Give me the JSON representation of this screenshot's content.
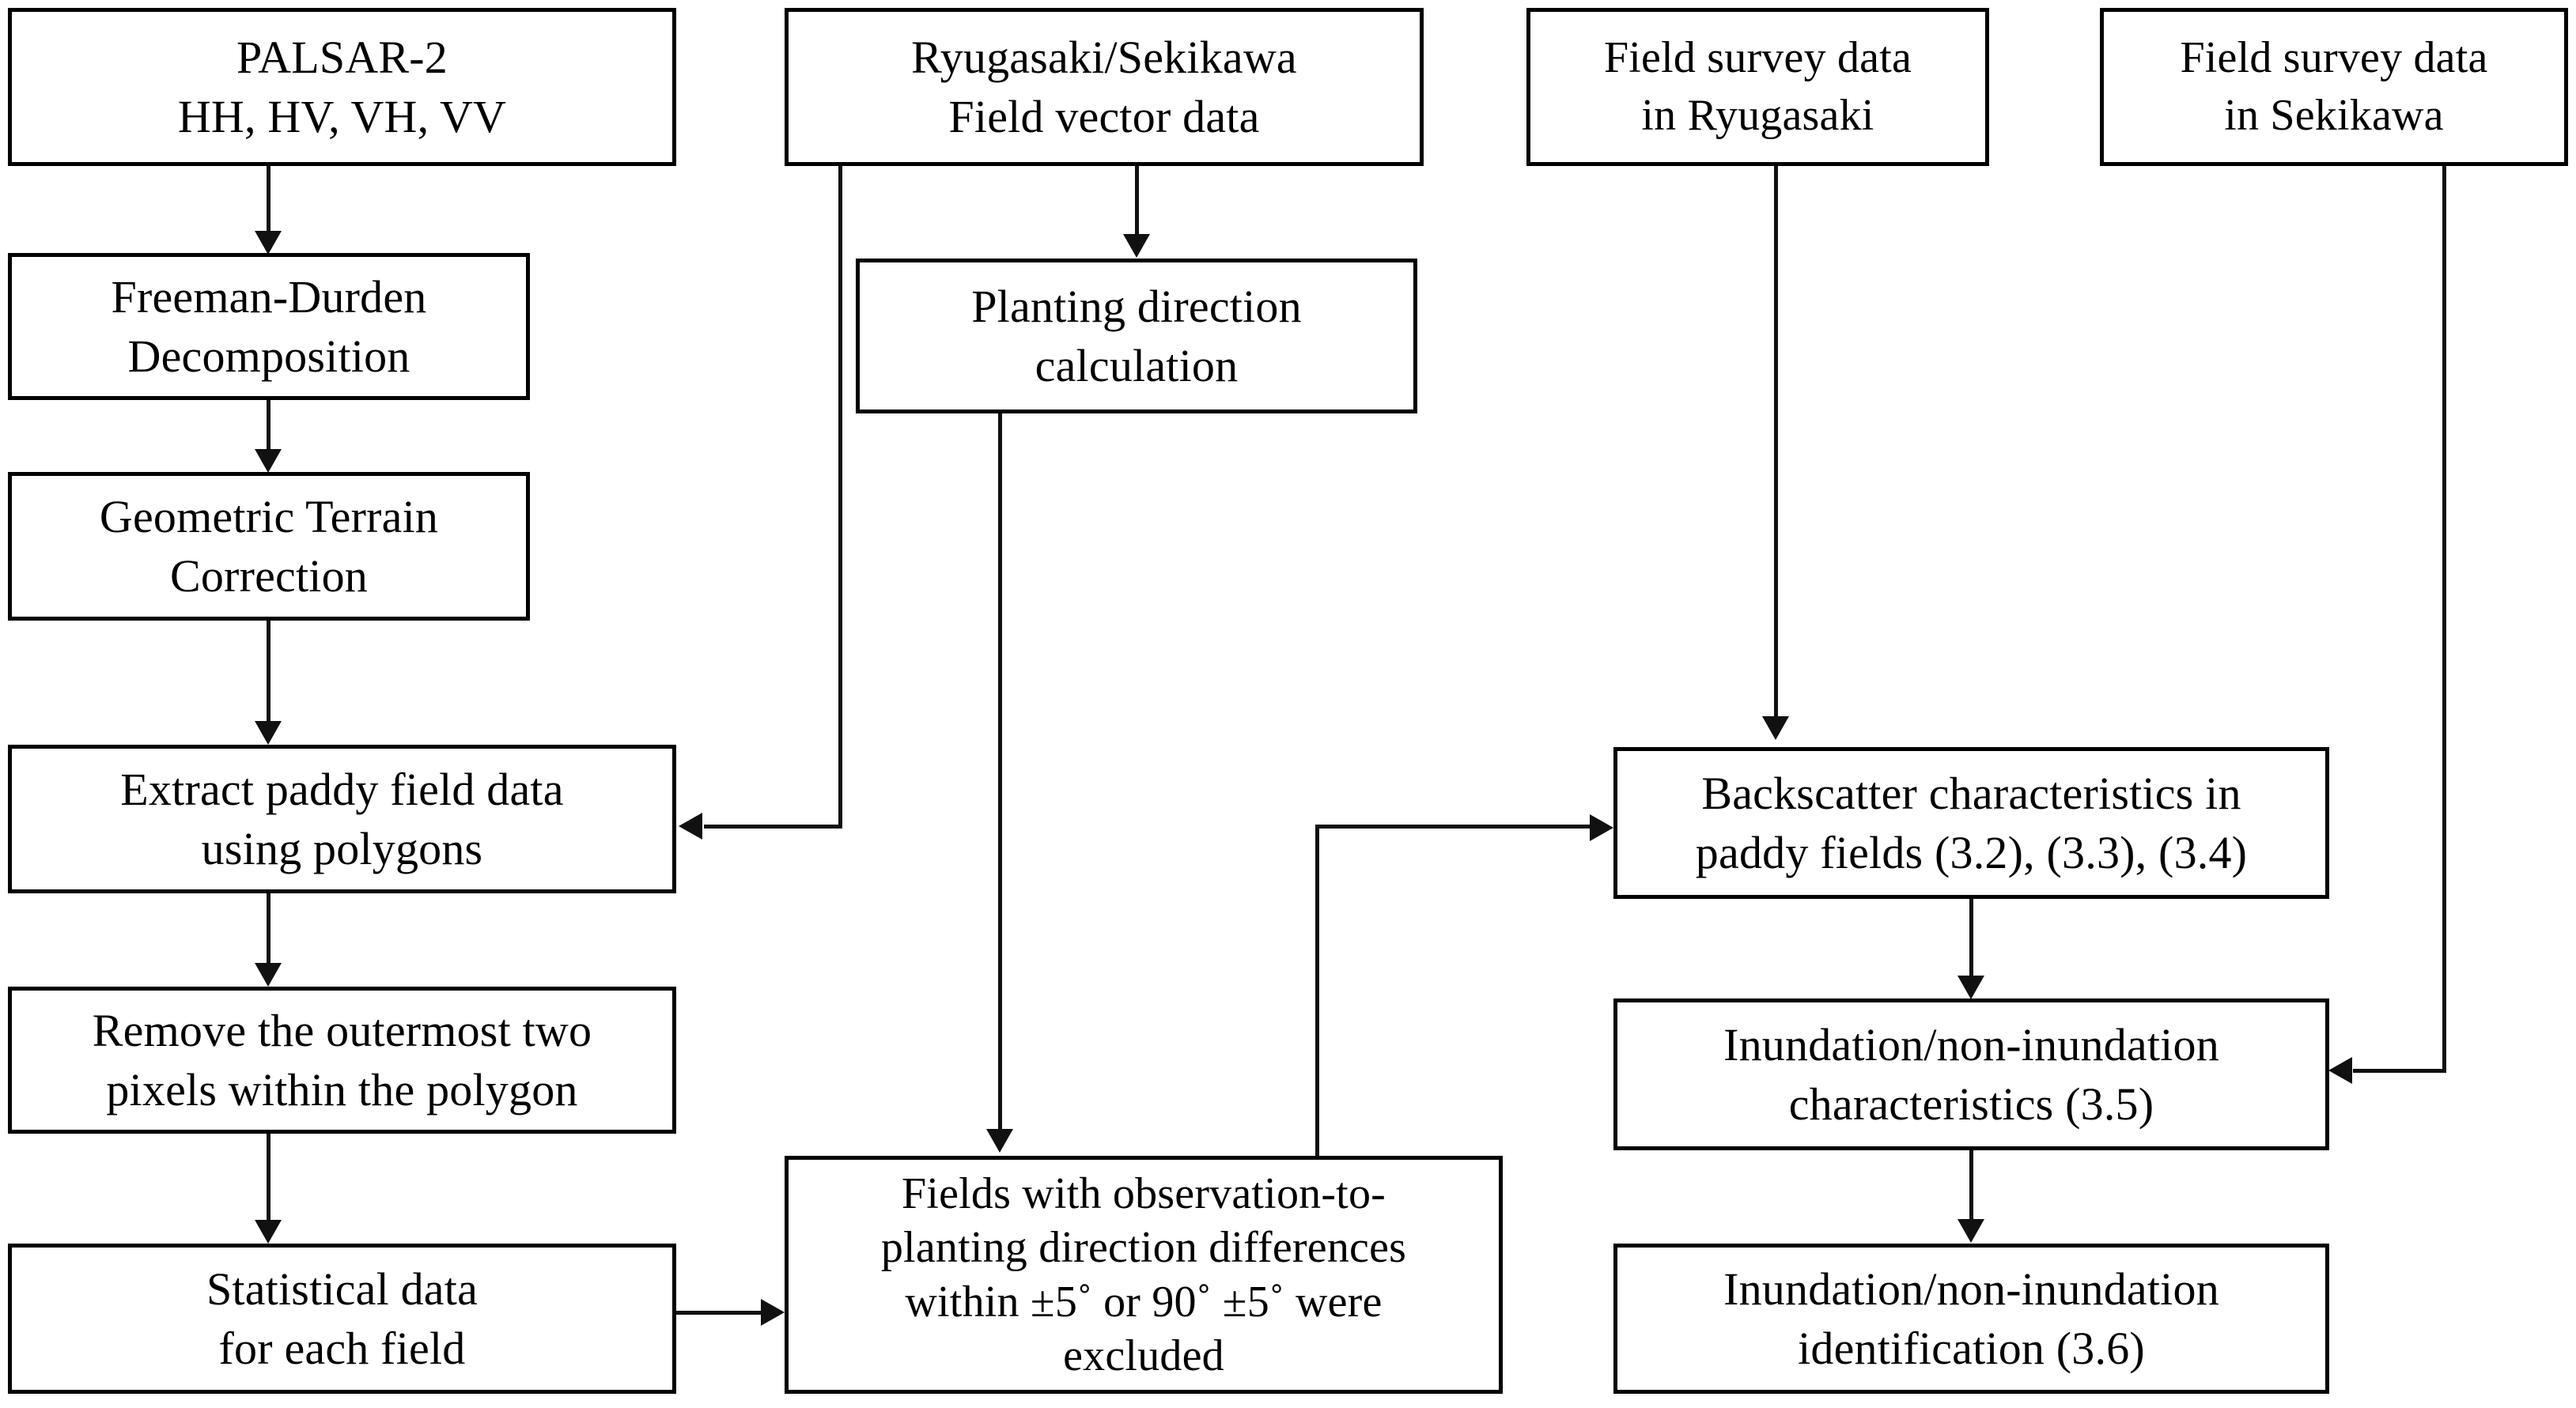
{
  "diagram": {
    "title": "PALSAR-2 paddy field inundation identification workflow",
    "background_color": "#ffffff",
    "stroke_color": "#000000",
    "nodes": {
      "palsar2": "PALSAR-2\nHH, HV, VH, VV",
      "freeman_durden": "Freeman-Durden\nDecomposition",
      "geometric_terrain": "Geometric Terrain\nCorrection",
      "extract_paddy": "Extract paddy field data\nusing polygons",
      "remove_pixels": "Remove the outermost two\npixels within the polygon",
      "statistical_data": "Statistical data\nfor each field",
      "field_vector": "Ryugasaki/Sekikawa\nField vector data",
      "planting_direction": "Planting direction\ncalculation",
      "fields_excluded": "Fields with observation-to-\nplanting direction differences\nwithin ±5˚ or 90˚ ±5˚ were\nexcluded",
      "survey_ryugasaki": "Field survey data\nin Ryugasaki",
      "survey_sekikawa": "Field survey data\nin Sekikawa",
      "backscatter": "Backscatter characteristics in\npaddy fields (3.2), (3.3), (3.4)",
      "inundation_characteristics": "Inundation/non-inundation\ncharacteristics (3.5)",
      "inundation_identification": "Inundation/non-inundation\nidentification (3.6)"
    },
    "edges": [
      {
        "id": "palsar2-to-freeman",
        "from": "palsar2",
        "to": "freeman_durden",
        "kind": "vertical-arrow"
      },
      {
        "id": "freeman-to-geometric",
        "from": "freeman_durden",
        "to": "geometric_terrain",
        "kind": "vertical-arrow"
      },
      {
        "id": "geometric-to-extract",
        "from": "geometric_terrain",
        "to": "extract_paddy",
        "kind": "vertical-arrow"
      },
      {
        "id": "extract-to-remove",
        "from": "extract_paddy",
        "to": "remove_pixels",
        "kind": "vertical-arrow"
      },
      {
        "id": "remove-to-statistical",
        "from": "remove_pixels",
        "to": "statistical_data",
        "kind": "vertical-arrow"
      },
      {
        "id": "statistical-to-fields",
        "from": "statistical_data",
        "to": "fields_excluded",
        "kind": "horizontal-arrow"
      },
      {
        "id": "vector-to-planting",
        "from": "field_vector",
        "to": "planting_direction",
        "kind": "vertical-arrow"
      },
      {
        "id": "vector-to-extract",
        "from": "field_vector",
        "to": "extract_paddy",
        "kind": "elbow-arrow"
      },
      {
        "id": "planting-to-fields",
        "from": "planting_direction",
        "to": "fields_excluded",
        "kind": "vertical-arrow"
      },
      {
        "id": "fields-to-backscatter",
        "from": "fields_excluded",
        "to": "backscatter",
        "kind": "elbow-arrow"
      },
      {
        "id": "ryugasaki-to-backscatter",
        "from": "survey_ryugasaki",
        "to": "backscatter",
        "kind": "vertical-arrow"
      },
      {
        "id": "backscatter-to-characteristics",
        "from": "backscatter",
        "to": "inundation_characteristics",
        "kind": "vertical-arrow"
      },
      {
        "id": "sekikawa-to-characteristics",
        "from": "survey_sekikawa",
        "to": "inundation_characteristics",
        "kind": "elbow-arrow"
      },
      {
        "id": "characteristics-to-identification",
        "from": "inundation_characteristics",
        "to": "inundation_identification",
        "kind": "vertical-arrow"
      }
    ]
  }
}
